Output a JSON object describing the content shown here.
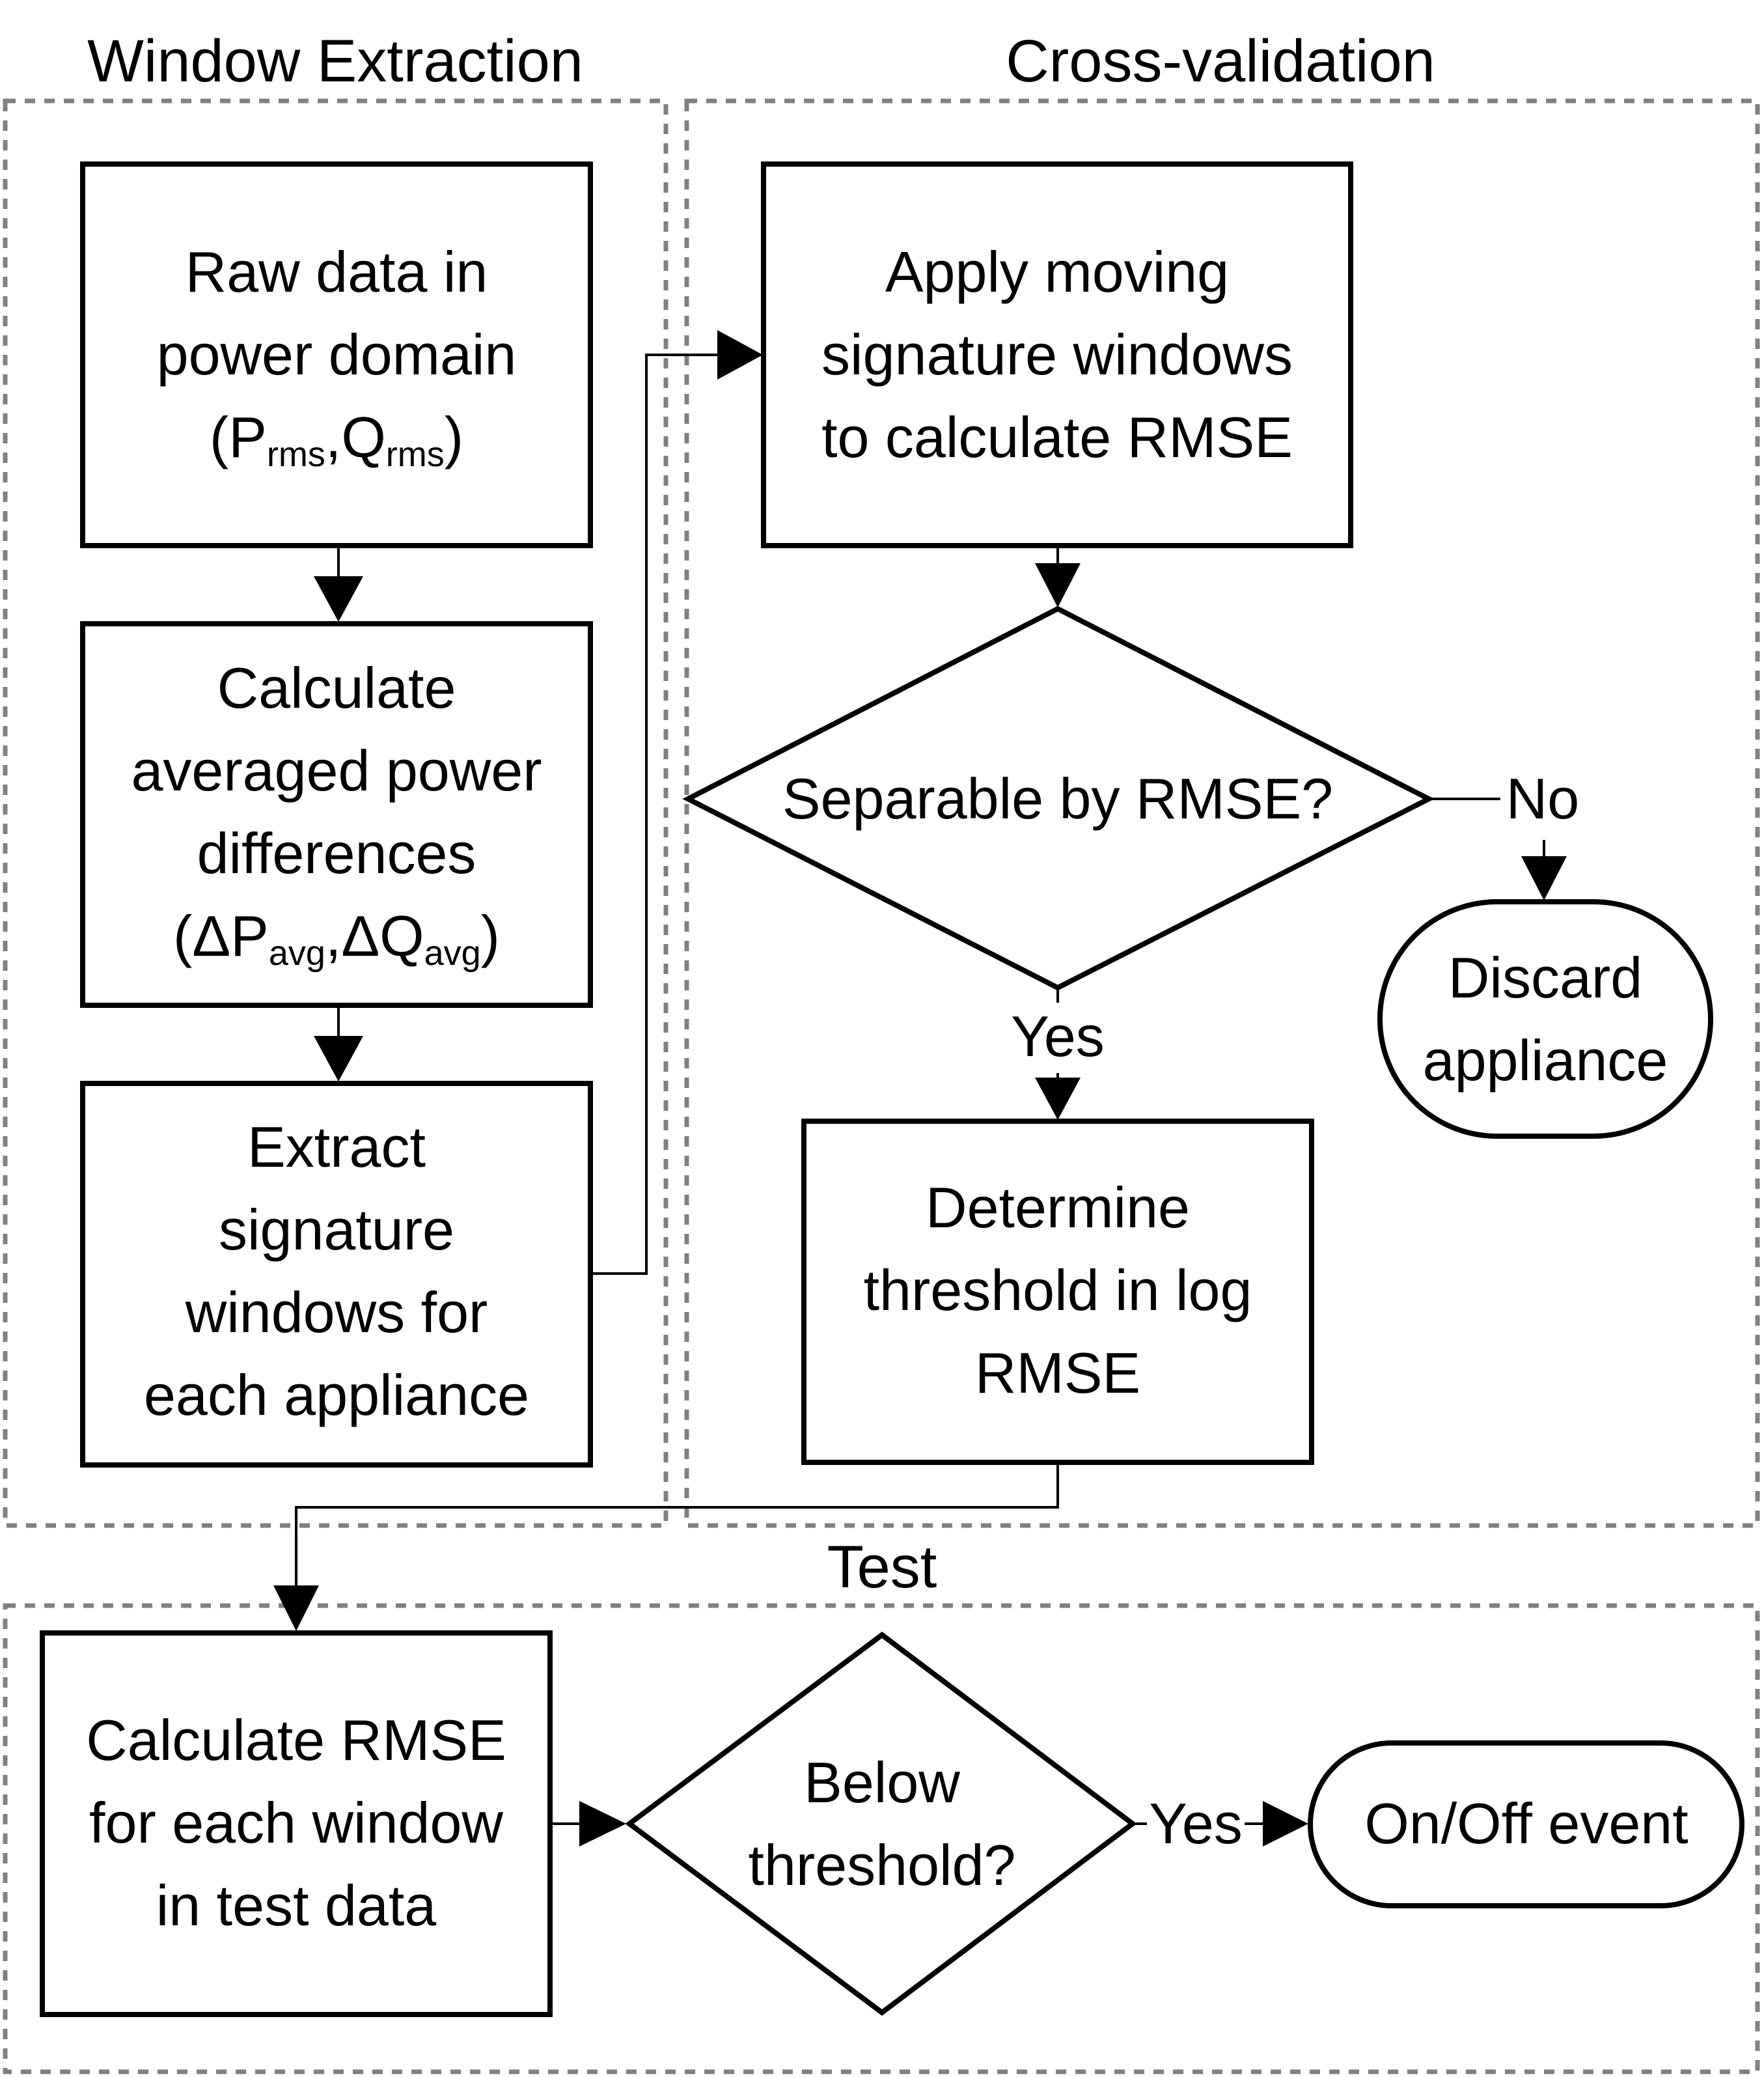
{
  "groups": {
    "window_extraction": "Window Extraction",
    "cross_validation": "Cross-validation",
    "test": "Test"
  },
  "nodes": {
    "raw_data": [
      "Raw data in",
      "power domain"
    ],
    "raw_data_formula": {
      "p": "P",
      "p_sub": "rms",
      "q": "Q",
      "q_sub": "rms"
    },
    "calc_avg": [
      "Calculate",
      "averaged power",
      "differences"
    ],
    "calc_avg_formula": {
      "dp": "ΔP",
      "dp_sub": "avg",
      "dq": "ΔQ",
      "dq_sub": "avg"
    },
    "extract": [
      "Extract",
      "signature",
      "windows for",
      "each appliance"
    ],
    "apply_moving": [
      "Apply moving",
      "signature windows",
      "to calculate RMSE"
    ],
    "separable": "Separable by RMSE?",
    "discard": [
      "Discard",
      "appliance"
    ],
    "determine": [
      "Determine",
      "threshold in log",
      "RMSE"
    ],
    "calc_rmse": [
      "Calculate RMSE",
      "for each window",
      "in test data"
    ],
    "below": [
      "Below",
      "threshold?"
    ],
    "on_off": "On/Off event"
  },
  "edge_labels": {
    "no": "No",
    "yes_cv": "Yes",
    "yes_test": "Yes"
  }
}
